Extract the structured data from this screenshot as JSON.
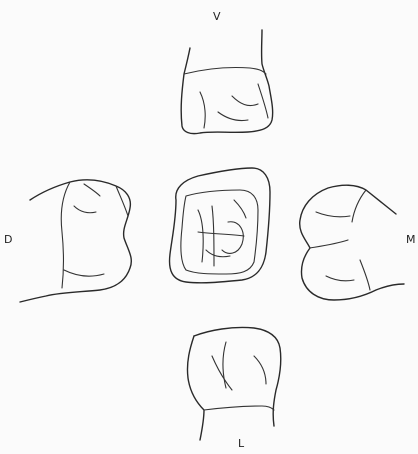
{
  "labels": {
    "top": "V",
    "left": "D",
    "right": "M",
    "bottom": "L"
  }
}
